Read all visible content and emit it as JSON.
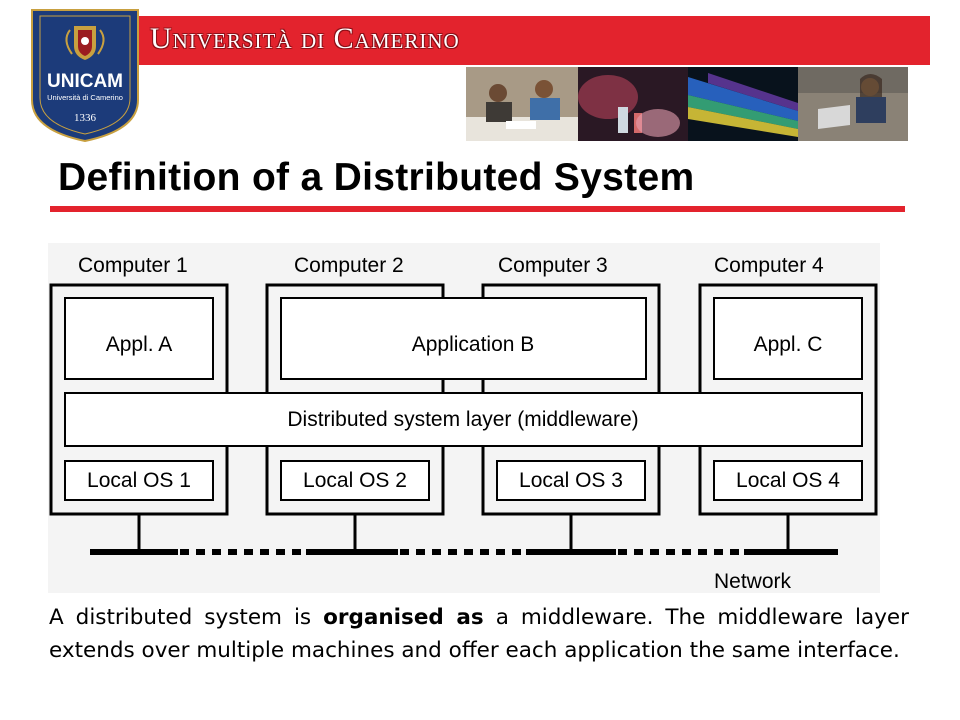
{
  "header": {
    "university_name": "Università di Camerino",
    "logo": {
      "text": "UNICAM",
      "subtext": "Università di Camerino",
      "year": "1336",
      "colors": {
        "shield": "#1c3b7a",
        "gold": "#c8a040"
      }
    },
    "band_color": "#e3232d",
    "photos": [
      "students-photo",
      "laboratory-photo",
      "light-spectrum-photo",
      "student-laptop-photo"
    ]
  },
  "title": "Definition of a Distributed System",
  "diagram": {
    "computers": [
      "Computer 1",
      "Computer 2",
      "Computer 3",
      "Computer 4"
    ],
    "applications": [
      "Appl. A",
      "Application B",
      "Appl. C"
    ],
    "middleware": "Distributed system layer (middleware)",
    "local_os": [
      "Local OS 1",
      "Local OS 2",
      "Local OS 3",
      "Local OS 4"
    ],
    "network": "Network"
  },
  "caption": {
    "part1": "A distributed system is ",
    "bold": "organised as",
    "part2": " a middleware. The middleware layer extends over multiple machines and offer each application the same interface."
  }
}
